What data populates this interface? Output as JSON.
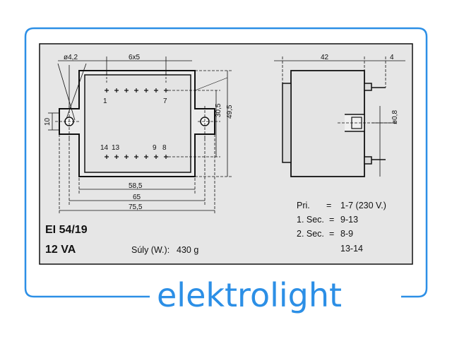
{
  "brand": {
    "name": "elektrolight",
    "color": "#2c8fe6"
  },
  "drawing": {
    "background": "#e6e6e6",
    "front_view": {
      "dim_hole": "ø4,2",
      "dim_pitch": "6x5",
      "dim_height_outer": "10",
      "dim_inner_height": "30,5",
      "dim_outer_height": "49,5",
      "dim_width_inner": "58,5",
      "dim_width_mid": "65",
      "dim_width_outer": "75,5",
      "pin_top_left": "1",
      "pin_top_right": "7",
      "pin_bottom_1": "14",
      "pin_bottom_2": "13",
      "pin_bottom_3": "9",
      "pin_bottom_4": "8"
    },
    "side_view": {
      "dim_depth": "42",
      "dim_offset": "4",
      "dim_pin_diameter": "ø0,8"
    },
    "model": {
      "type": "EI 54/19",
      "power": "12 VA"
    },
    "weight": {
      "label": "Súly (W.):",
      "value": "430 g"
    },
    "pinout": [
      {
        "label": "Pri.",
        "sep": "=",
        "value": "1-7 (230 V.)"
      },
      {
        "label": "1. Sec.",
        "sep": "=",
        "value": "9-13"
      },
      {
        "label": "2. Sec.",
        "sep": "=",
        "value": "8-9"
      },
      {
        "label": "",
        "sep": "",
        "value": "13-14"
      }
    ]
  }
}
